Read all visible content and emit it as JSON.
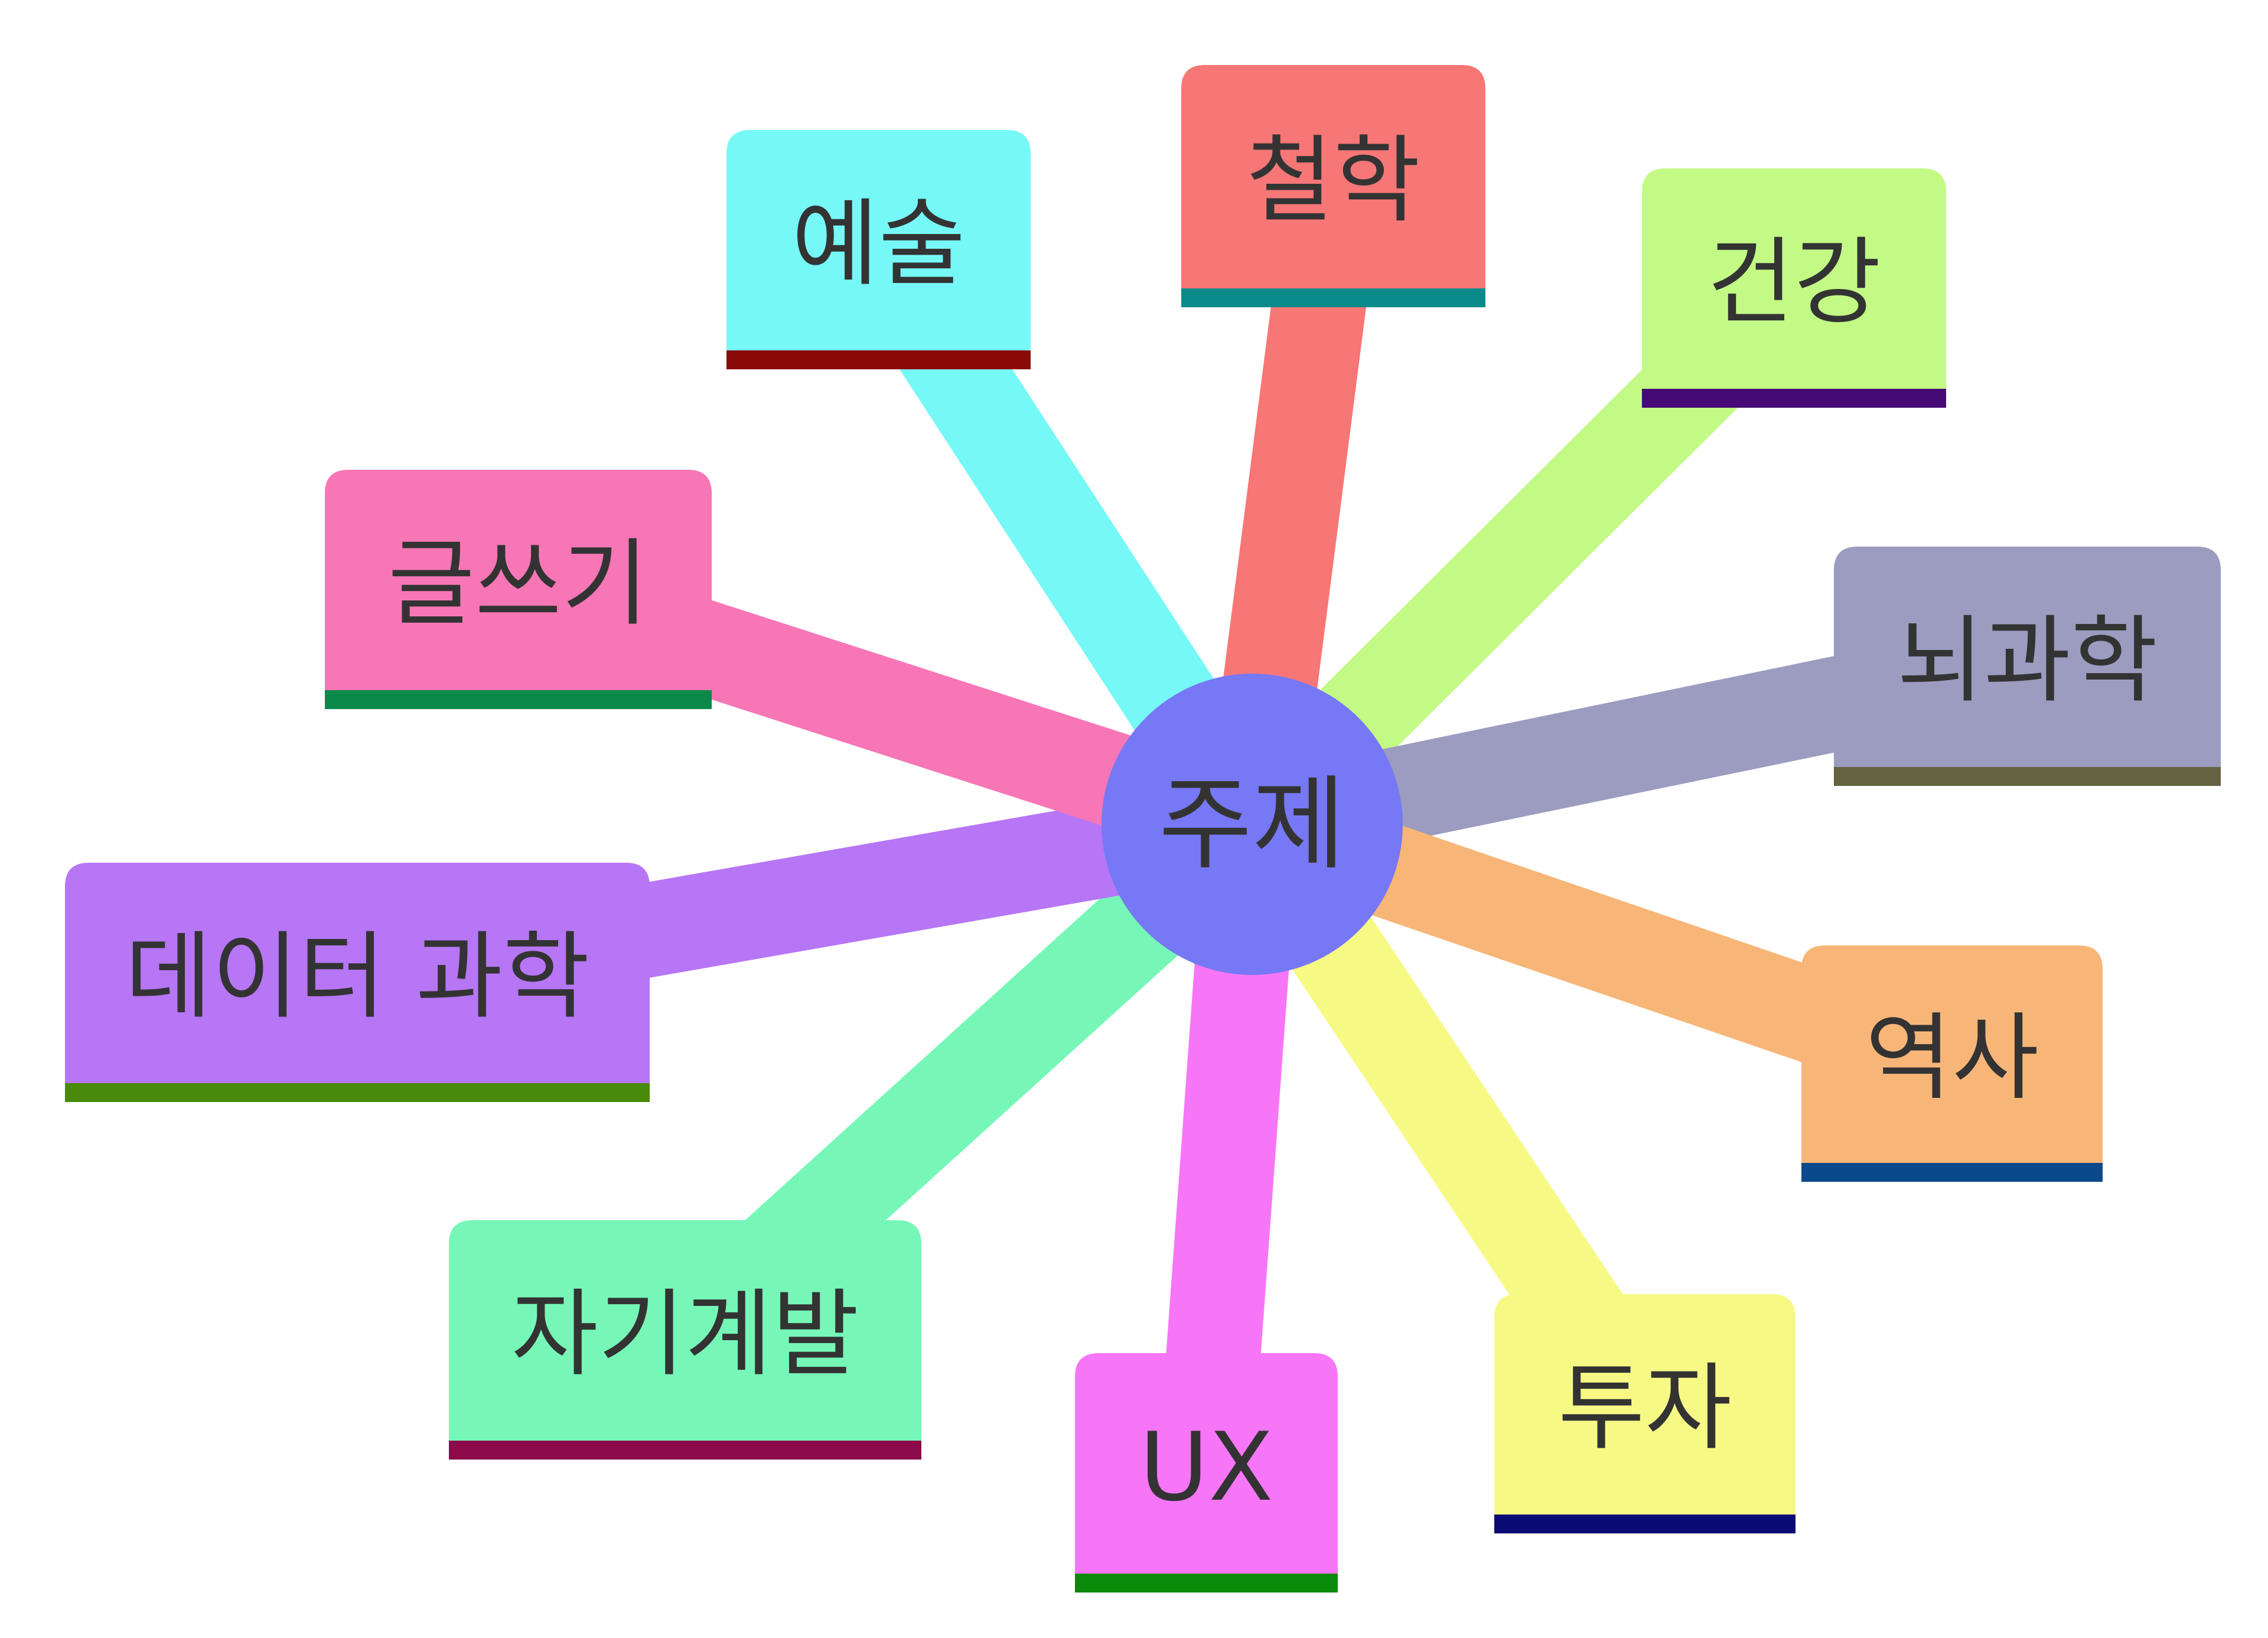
{
  "center": {
    "label": "주제",
    "color": "#7678F5"
  },
  "branches": [
    {
      "id": "philosophy",
      "label": "철학",
      "color": "#F77676",
      "accent": "#0A8A8A"
    },
    {
      "id": "health",
      "label": "건강",
      "color": "#C2FA85",
      "accent": "#450A75"
    },
    {
      "id": "neuroscience",
      "label": "뇌과학",
      "color": "#9C9CC0",
      "accent": "#636340"
    },
    {
      "id": "history",
      "label": "역사",
      "color": "#F7B677",
      "accent": "#0A4A8A"
    },
    {
      "id": "investment",
      "label": "투자",
      "color": "#F7F985",
      "accent": "#0A0A75"
    },
    {
      "id": "ux",
      "label": "UX",
      "color": "#F776F7",
      "accent": "#0A8A0A"
    },
    {
      "id": "self-development",
      "label": "자기계발",
      "color": "#76F7B7",
      "accent": "#8A0A4A"
    },
    {
      "id": "data-science",
      "label": "데이터 과학",
      "color": "#B676F6",
      "accent": "#4A8A0A"
    },
    {
      "id": "writing",
      "label": "글쓰기",
      "color": "#F776B6",
      "accent": "#0A8A4A"
    },
    {
      "id": "art",
      "label": "예술",
      "color": "#76F8F7",
      "accent": "#8A0A0A"
    }
  ]
}
